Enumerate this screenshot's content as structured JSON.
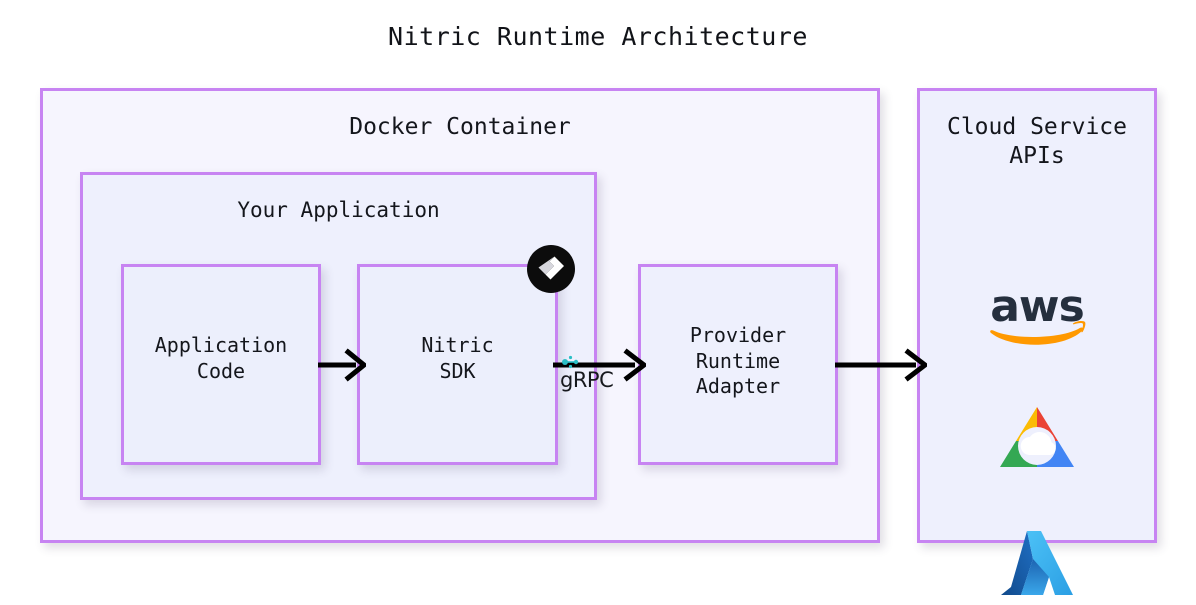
{
  "title": "Nitric Runtime Architecture",
  "colors": {
    "box_border": "#c784f2",
    "box_fill": "#f6f5fe",
    "inner_fill": "#eef0fd",
    "text": "#14161c",
    "arrow": "#000000",
    "grpc_mark": "#2bbfc6",
    "aws_text": "#252f3e",
    "aws_swoosh": "#ff9900",
    "gcp_red": "#ea4335",
    "gcp_yellow": "#fbbc05",
    "gcp_green": "#34a853",
    "gcp_blue": "#4285f4",
    "azure_dark": "#0f5bab",
    "azure_light": "#45b5f5"
  },
  "containers": {
    "docker": {
      "label": "Docker Container"
    },
    "your_application": {
      "label": "Your Application"
    },
    "application_code": {
      "label": "Application\nCode"
    },
    "nitric_sdk": {
      "label": "Nitric\nSDK",
      "badge_icon": "nitric-logo-icon"
    },
    "provider_runtime_adapter": {
      "label": "Provider\nRuntime\nAdapter"
    },
    "cloud_service_apis": {
      "label": "Cloud Service\nAPIs"
    }
  },
  "connections": [
    {
      "id": "code-to-sdk",
      "label": "",
      "from": "application_code",
      "to": "nitric_sdk"
    },
    {
      "id": "sdk-to-adapter",
      "label": "gRPC",
      "from": "nitric_sdk",
      "to": "provider_runtime_adapter"
    },
    {
      "id": "adapter-to-cloud",
      "label": "",
      "from": "provider_runtime_adapter",
      "to": "cloud_service_apis"
    }
  ],
  "cloud_logos": [
    {
      "id": "aws",
      "name": "aws-logo-icon",
      "text": "aws"
    },
    {
      "id": "gcp",
      "name": "google-cloud-logo-icon",
      "text": ""
    },
    {
      "id": "azure",
      "name": "azure-logo-icon",
      "text": ""
    }
  ]
}
